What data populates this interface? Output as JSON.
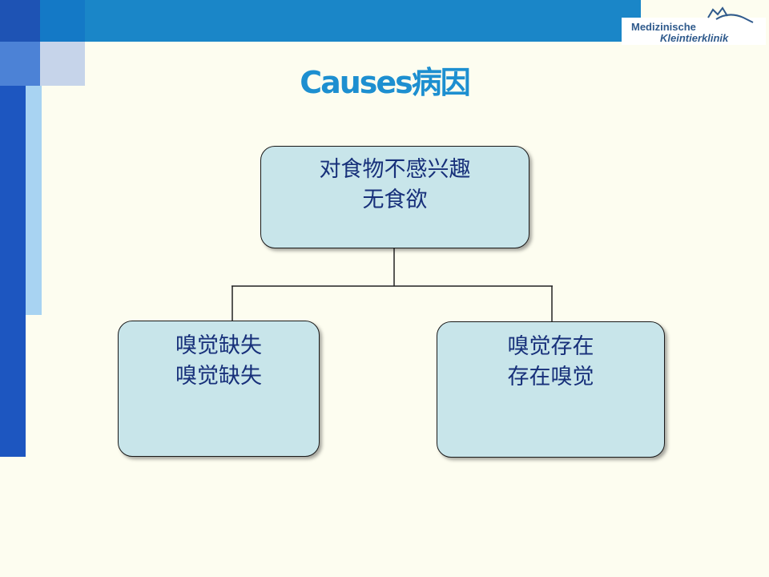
{
  "slide": {
    "title": "Causes病因",
    "logo": {
      "line1": "Medizinische",
      "line2": "Kleintierklinik"
    }
  },
  "diagram": {
    "root": {
      "line1": "对食物不感兴趣",
      "line2": "无食欲"
    },
    "children": [
      {
        "line1": "嗅觉缺失",
        "line2": "嗅觉缺失"
      },
      {
        "line1": "嗅觉存在",
        "line2": "存在嗅觉"
      }
    ]
  },
  "colors": {
    "title": "#1d8fd0",
    "node_fill": "#c8e5ea",
    "node_text": "#17307a",
    "top_bar": "#1a86c8",
    "side_bar": "#1d56c0"
  }
}
